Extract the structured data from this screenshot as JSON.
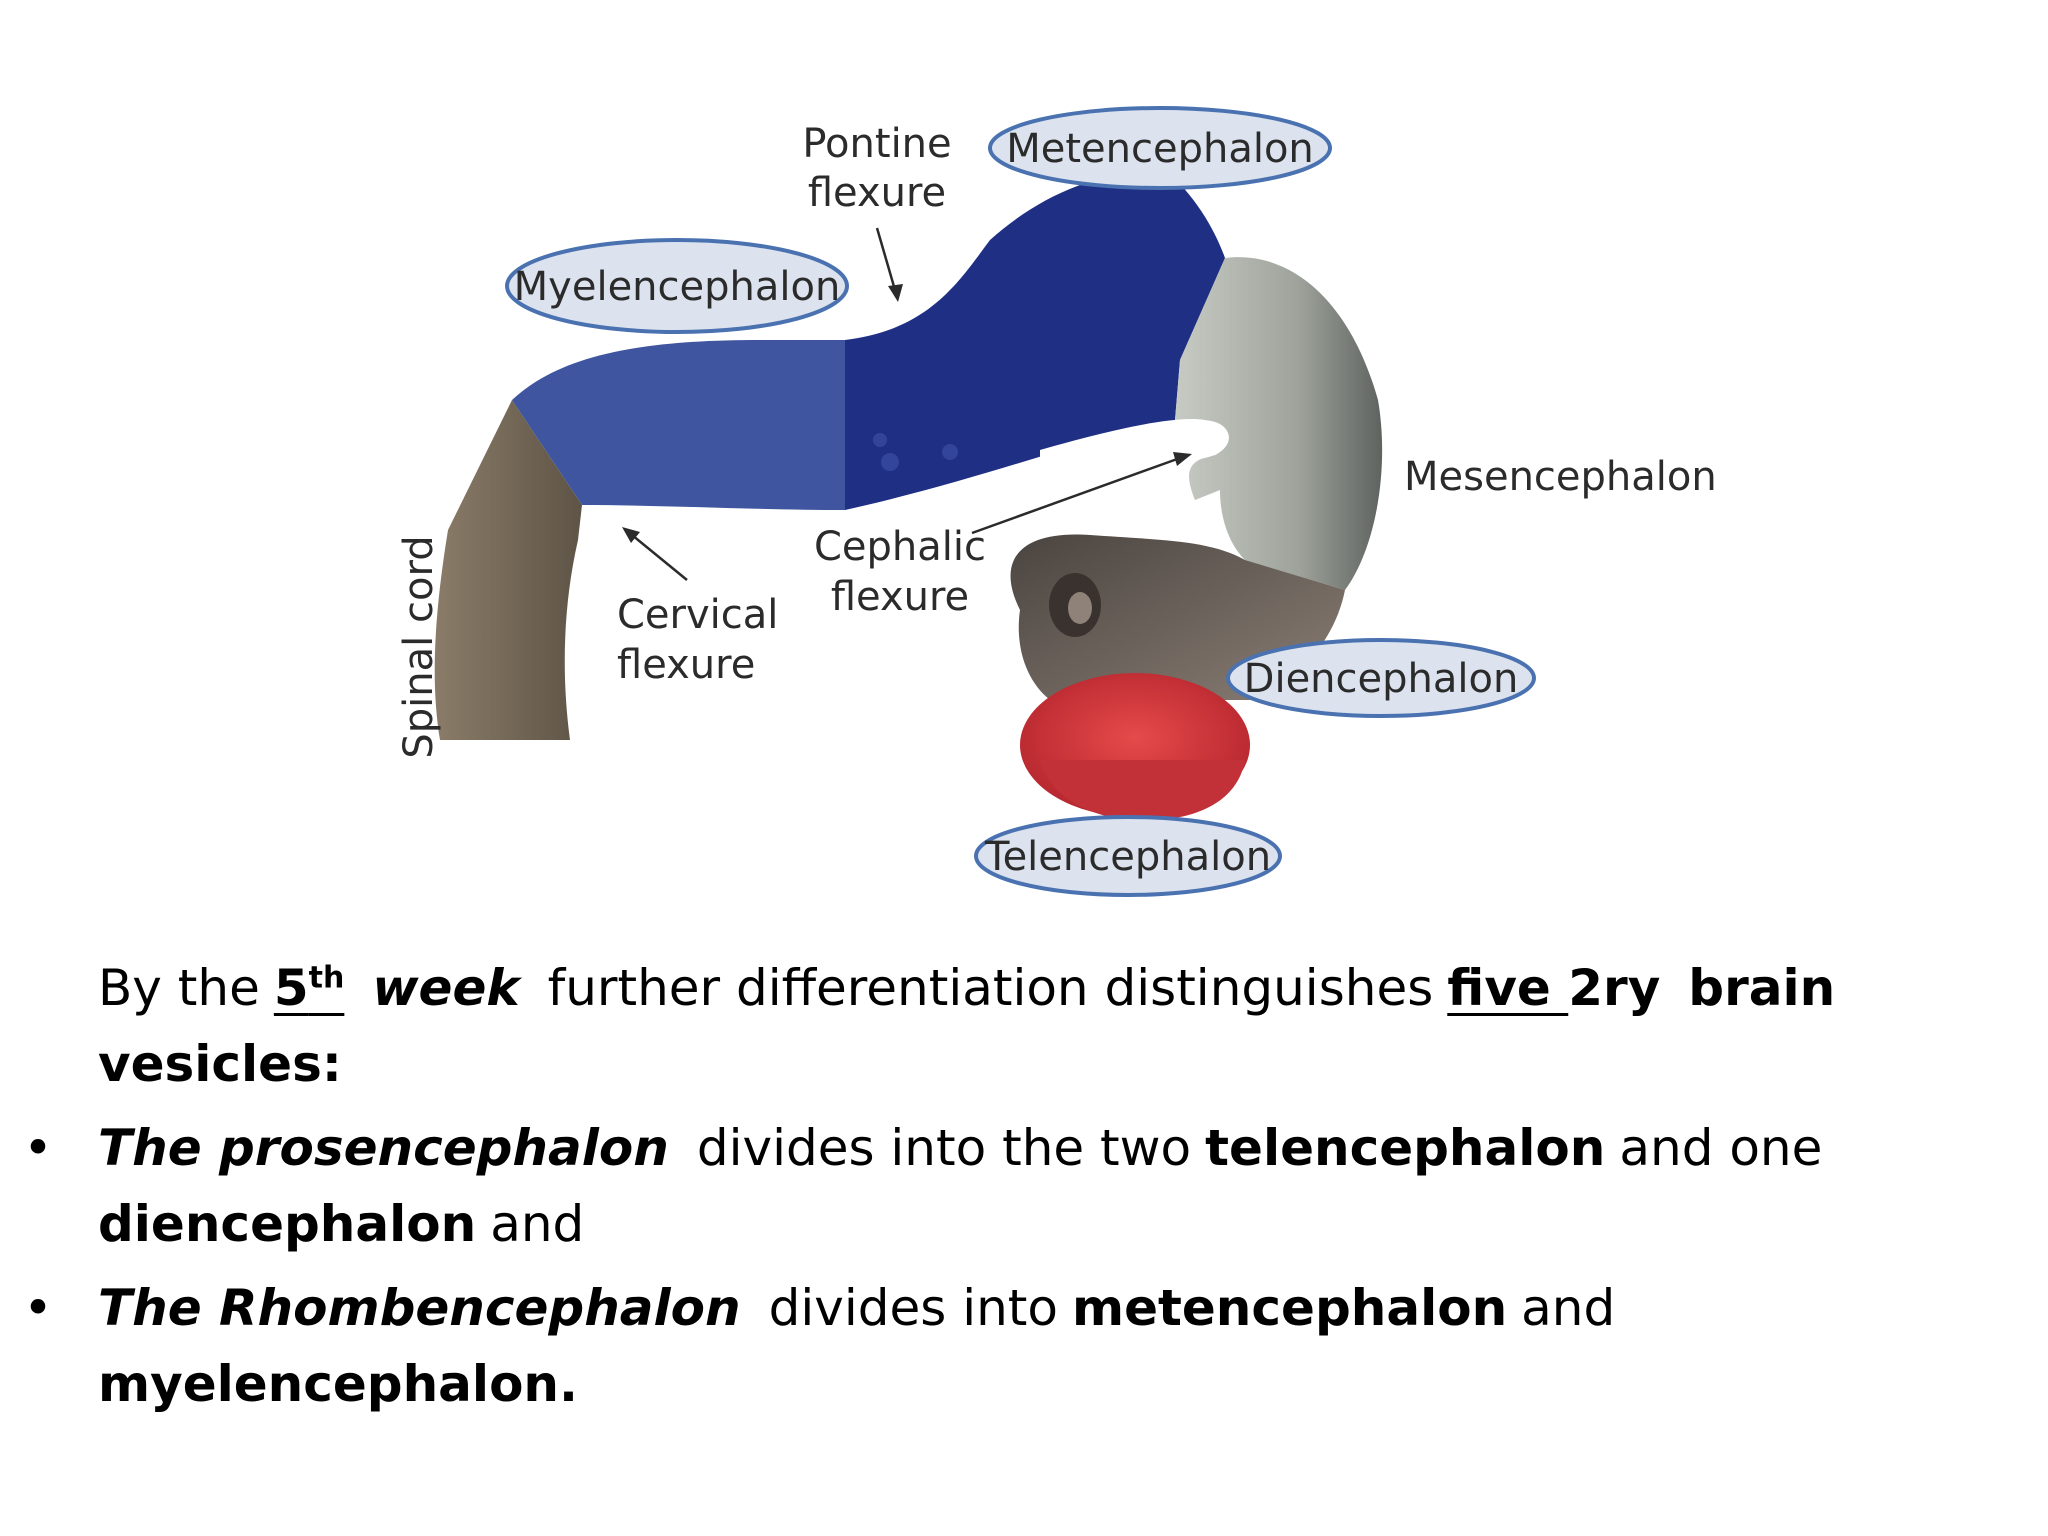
{
  "diagram": {
    "labels": {
      "pontine_line1": "Pontine",
      "pontine_line2": "flexure",
      "metencephalon": "Metencephalon",
      "myelencephalon": "Myelencephalon",
      "mesencephalon": "Mesencephalon",
      "cephalic_line1": "Cephalic",
      "cephalic_line2": "flexure",
      "cervical_line1": "Cervical",
      "cervical_line2": "flexure",
      "spinal_cord": "Spinal cord",
      "diencephalon": "Diencephalon",
      "telencephalon": "Telencephalon"
    },
    "colors": {
      "myelencephalon": "#3f55a0",
      "metencephalon": "#1f2f84",
      "mesencephalon": "#9da29a",
      "diencephalon": "#6a5e56",
      "telencephalon": "#d23a3f",
      "spinal_cord": "#736654",
      "oval_fill": "#dce3ef",
      "oval_stroke": "#4a72b0"
    }
  },
  "text": {
    "p1": {
      "by_the": "By the",
      "fifth": "5",
      "th": "th",
      "week": "week",
      "further": "further differentiation distinguishes",
      "five": "five ",
      "two_ry": "2ry",
      "brain": "brain",
      "vesicles": "vesicles:"
    },
    "bullet_char": "•",
    "b1": {
      "prosencephalon": "The prosencephalon",
      "divides": "divides into the two",
      "telencephalon": "telencephalon",
      "and_one": "and one",
      "diencephalon": "diencephalon",
      "and": "and"
    },
    "b2": {
      "rhombencephalon": "The Rhombencephalon",
      "divides": "divides into",
      "metencephalon": "metencephalon",
      "and": "and",
      "myelencephalon": "myelencephalon."
    }
  }
}
